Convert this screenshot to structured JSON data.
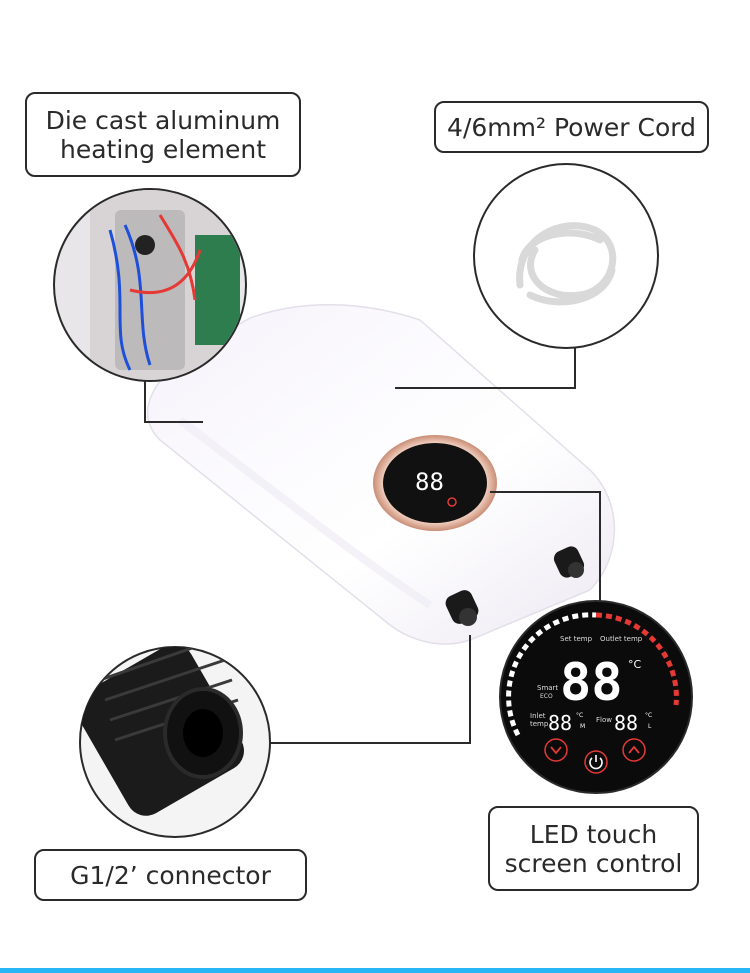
{
  "callouts": {
    "heating_element": {
      "line1": "Die cast aluminum",
      "line2": "heating element"
    },
    "power_cord": {
      "text": "4/6mm² Power Cord"
    },
    "connector": {
      "text": "G1/2’ connector"
    },
    "led_control": {
      "line1": "LED touch",
      "line2": "screen control"
    }
  },
  "display": {
    "set_temp_label": "Set temp",
    "outlet_temp_label": "Outlet temp",
    "main_digits": "88",
    "main_unit": "°C",
    "smart_label": "Smart",
    "eco_label": "ECO",
    "inlet_label": "Inlet",
    "inlet_sub_label": "temp",
    "inlet_digits": "88",
    "inlet_unit": "°C",
    "inlet_sub_unit": "M",
    "flow_label": "Flow",
    "flow_digits": "88",
    "flow_unit": "°C",
    "flow_sub_unit": "L"
  },
  "colors": {
    "accent_bar": "#29b6f6",
    "display_red": "#e53935",
    "rose_gold_ring": "#e8b8a0",
    "outline": "#2a2a2a"
  }
}
